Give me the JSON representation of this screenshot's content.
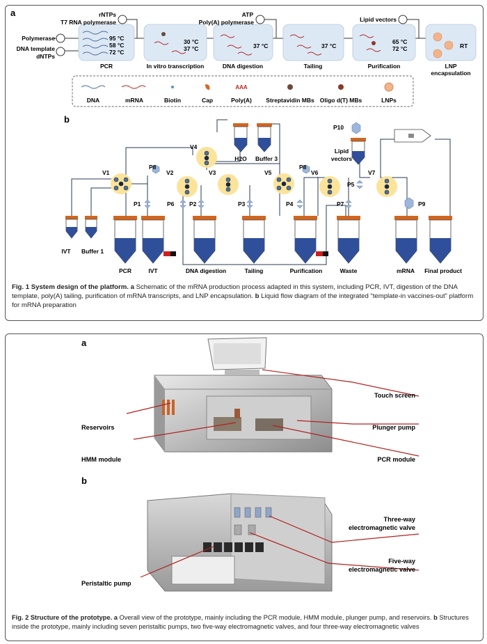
{
  "fig1": {
    "panel_a_label": "a",
    "panel_b_label": "b",
    "inputs": {
      "t7": "T7 RNA polymerase",
      "rntps": "rNTPs",
      "polymerase": "Polymerase",
      "dna_template": "DNA template",
      "dntps": "dNTPs",
      "atp": "ATP",
      "polya_polymerase": "Poly(A) polymerase",
      "lipid_vectors": "Lipid vectors"
    },
    "steps": [
      {
        "label": "PCR",
        "temps": [
          "95 °C",
          "58 °C",
          "72 °C"
        ]
      },
      {
        "label": "In vitro transcription",
        "temps": [
          "30 °C",
          "37 °C"
        ]
      },
      {
        "label": "DNA digestion",
        "temps": [
          "37 °C"
        ]
      },
      {
        "label": "Tailing",
        "temps": [
          "37 °C"
        ]
      },
      {
        "label": "Purification",
        "temps": [
          "65 °C",
          "72 °C"
        ]
      },
      {
        "label": "LNP encapsulation",
        "temps": [
          "RT"
        ]
      }
    ],
    "legend": [
      "DNA",
      "mRNA",
      "Biotin",
      "Cap",
      "Poly(A)",
      "Streptavidin MBs",
      "Oligo d(T) MBs",
      "LNPs"
    ],
    "legend_polya_glyph": "AAA",
    "flow": {
      "valves": [
        "V1",
        "V2",
        "V3",
        "V4",
        "V5",
        "V6",
        "V7"
      ],
      "pumps": [
        "P1",
        "P2",
        "P3",
        "P4",
        "P5",
        "P6",
        "P7",
        "P8",
        "P8",
        "P9",
        "P10"
      ],
      "tubes": [
        "IVT",
        "Buffer 1",
        "PCR",
        "IVT",
        "DNA digestion",
        "Tailing",
        "Purification",
        "Waste",
        "mRNA",
        "Final product",
        "H2O",
        "Buffer 3",
        "Lipid vectors"
      ]
    },
    "caption_lead": "Fig. 1 System design of the platform.",
    "caption_a": "a",
    "caption_a_text": " Schematic of the mRNA production process adapted in this system, including PCR, IVT, digestion of the DNA template, poly(A) tailing, purification of mRNA transcripts, and LNP encapsulation.",
    "caption_b": "b",
    "caption_b_text": " Liquid flow diagram of the integrated “template-in vaccines-out” platform for mRNA preparation"
  },
  "fig2": {
    "panel_a_label": "a",
    "panel_b_label": "b",
    "labels_a": {
      "touch_screen": "Touch screen",
      "reservoirs": "Reservoirs",
      "plunger_pump": "Plunger pump",
      "hmm_module": "HMM module",
      "pcr_module": "PCR module"
    },
    "labels_b": {
      "three_way": [
        "Three-way",
        "electromagnetic valve"
      ],
      "peristaltic": "Peristaltic pump",
      "five_way": [
        "Five-way",
        "electromagnetic valve"
      ]
    },
    "caption_lead": "Fig. 2 Structure of the prototype.",
    "caption_a": "a",
    "caption_a_text": " Overall view of the prototype, mainly including the PCR module, HMM module, plunger pump, and reservoirs.",
    "caption_b": "b",
    "caption_b_text": " Structures inside the prototype, mainly including seven peristaltic pumps, two five-way electromagnetic valves, and four three-way electromagnetic valves"
  }
}
